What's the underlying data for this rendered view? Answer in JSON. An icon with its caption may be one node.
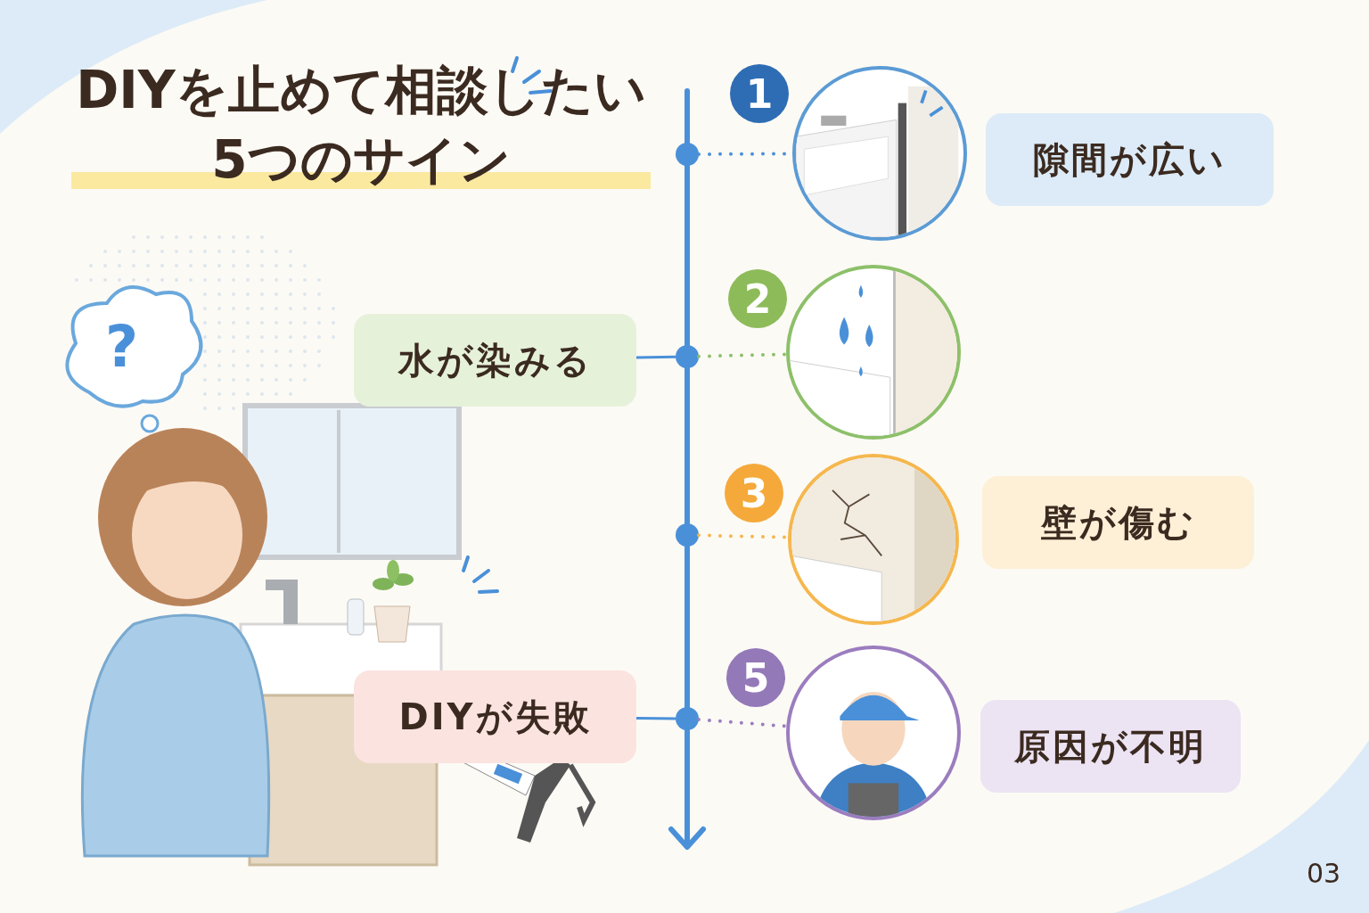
{
  "diagram": {
    "title": "DIYを止めて相談したい5つのサイン",
    "nodes": [
      {
        "text": [],
        "shape": "circle"
      },
      {
        "text": [],
        "shape": "picture",
        "beside": [
          "1"
        ]
      },
      {
        "text": [
          "隙間が広い"
        ]
      },
      {
        "text": [
          "水が染みる"
        ]
      },
      {
        "text": [],
        "shape": "circle"
      },
      {
        "text": [],
        "shape": "picture",
        "beside": [
          "2"
        ]
      },
      {
        "text": [],
        "shape": "circle"
      },
      {
        "text": [],
        "shape": "picture",
        "beside": [
          "3"
        ]
      },
      {
        "text": [
          "壁が傷む"
        ]
      },
      {
        "text": [
          "DIYが失敗"
        ]
      },
      {
        "text": [],
        "shape": "circle"
      },
      {
        "text": [],
        "shape": "picture",
        "beside": [
          "5"
        ]
      },
      {
        "text": [
          "原因が不明"
        ]
      }
    ],
    "edges": [
      {
        "from": 0,
        "to": 1,
        "arrow": "none",
        "style": "dashed"
      },
      {
        "from": 3,
        "to": 4,
        "arrow": "none"
      },
      {
        "from": 4,
        "to": 5,
        "arrow": "none",
        "style": "dashed",
        "color": "#8dc06a"
      },
      {
        "from": 6,
        "to": 7,
        "arrow": "none",
        "style": "dashed",
        "color": "#f5b74e"
      },
      {
        "from": 9,
        "to": 10,
        "arrow": "none"
      },
      {
        "from": 10,
        "to": 11,
        "arrow": "none",
        "style": "dashed",
        "color": "#9b7dbf"
      }
    ],
    "labels": [
      "?",
      "03"
    ]
  }
}
